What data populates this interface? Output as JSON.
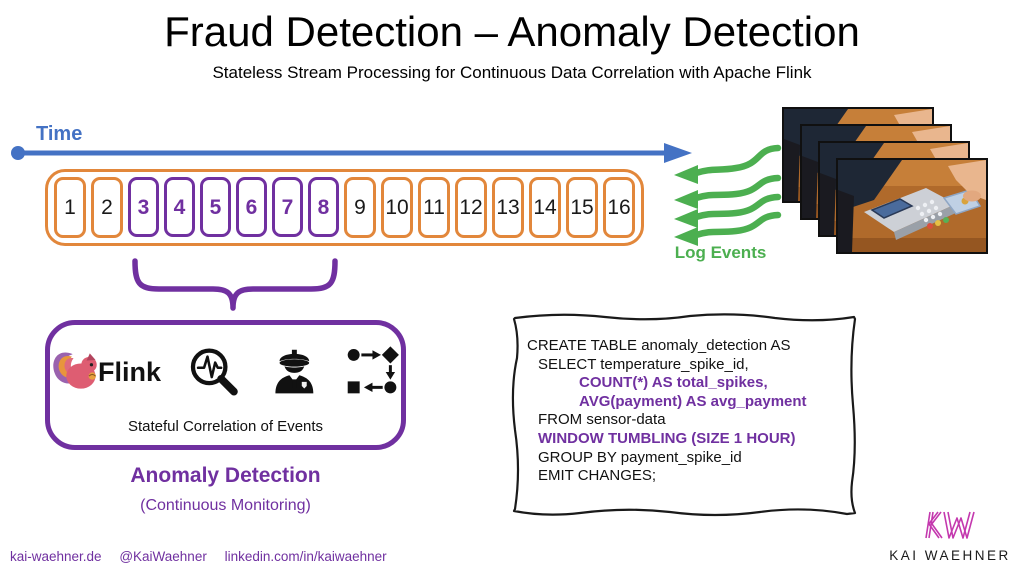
{
  "slide": {
    "title": "Fraud Detection – Anomaly Detection",
    "subtitle": "Stateless Stream Processing for Continuous Data Correlation with Apache Flink"
  },
  "timeline": {
    "label": "Time",
    "events": [
      {
        "label": "1",
        "highlighted": false
      },
      {
        "label": "2",
        "highlighted": false
      },
      {
        "label": "3",
        "highlighted": true
      },
      {
        "label": "4",
        "highlighted": true
      },
      {
        "label": "5",
        "highlighted": true
      },
      {
        "label": "6",
        "highlighted": true
      },
      {
        "label": "7",
        "highlighted": true
      },
      {
        "label": "8",
        "highlighted": true
      },
      {
        "label": "9",
        "highlighted": false
      },
      {
        "label": "10",
        "highlighted": false
      },
      {
        "label": "11",
        "highlighted": false
      },
      {
        "label": "12",
        "highlighted": false
      },
      {
        "label": "13",
        "highlighted": false
      },
      {
        "label": "14",
        "highlighted": false
      },
      {
        "label": "15",
        "highlighted": false
      },
      {
        "label": "16",
        "highlighted": false
      }
    ]
  },
  "log_events": {
    "label": "Log Events",
    "arrow_count": 4,
    "photo_count": 4
  },
  "flink_box": {
    "logo_label": "Flink",
    "caption": "Stateful Correlation of Events",
    "icons": [
      "flink-squirrel-logo",
      "magnifier-pulse-icon",
      "police-officer-icon",
      "workflow-icon"
    ]
  },
  "anomaly": {
    "title": "Anomaly Detection",
    "subtitle": "(Continuous Monitoring)"
  },
  "code": {
    "lines": [
      {
        "text": "CREATE TABLE anomaly_detection AS",
        "highlight": false
      },
      {
        "text": "SELECT temperature_spike_id,",
        "highlight": false
      },
      {
        "text": "COUNT(*) AS total_spikes,",
        "highlight": true
      },
      {
        "text": "AVG(payment) AS avg_payment",
        "highlight": true
      },
      {
        "text": "FROM sensor-data",
        "highlight": false
      },
      {
        "text": "WINDOW TUMBLING (SIZE 1 HOUR)",
        "highlight": true
      },
      {
        "text": "GROUP BY payment_spike_id",
        "highlight": false
      },
      {
        "text": "EMIT CHANGES;",
        "highlight": false
      }
    ]
  },
  "footer": {
    "website": "kai-waehner.de",
    "twitter": "@KaiWaehner",
    "linkedin": "linkedin.com/in/kaiwaehner"
  },
  "branding": {
    "monogram": "KW",
    "name": "KAI WAEHNER"
  },
  "colors": {
    "accent_orange": "#E2873B",
    "accent_purple": "#7030A0",
    "accent_blue": "#4472C4",
    "accent_green": "#4CAF50",
    "brand_magenta": "#C438AE"
  }
}
